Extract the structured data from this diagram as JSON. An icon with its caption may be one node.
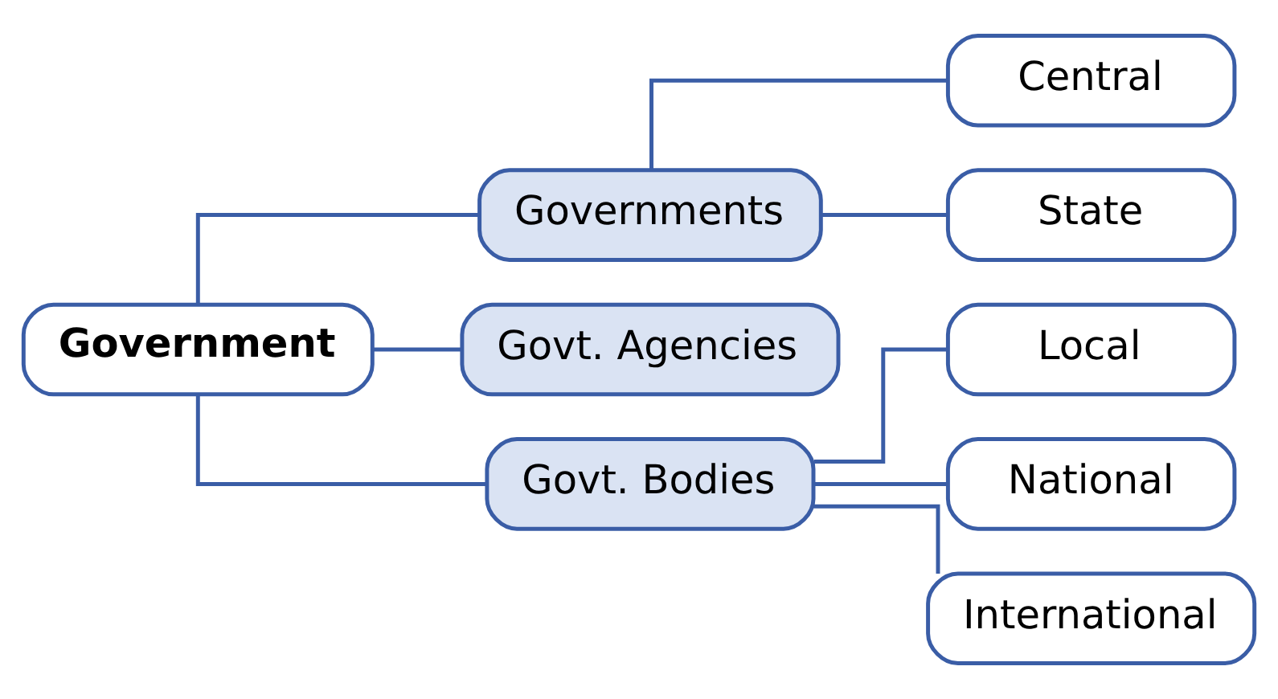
{
  "diagram": {
    "nodes": [
      {
        "text": [
          "Government"
        ]
      },
      {
        "text": [
          "Governments"
        ]
      },
      {
        "text": [
          "Govt. Agencies"
        ]
      },
      {
        "text": [
          "Govt. Bodies"
        ]
      },
      {
        "text": [
          "Central"
        ]
      },
      {
        "text": [
          "State"
        ]
      },
      {
        "text": [
          "Local"
        ]
      },
      {
        "text": [
          "National"
        ]
      },
      {
        "text": [
          "International"
        ]
      }
    ],
    "edges": [
      {
        "from": 0,
        "to": 1,
        "arrow": "none"
      },
      {
        "from": 0,
        "to": 2,
        "arrow": "none"
      },
      {
        "from": 0,
        "to": 3,
        "arrow": "none"
      },
      {
        "from": 1,
        "to": 4,
        "arrow": "none"
      },
      {
        "from": 1,
        "to": 5,
        "arrow": "none"
      },
      {
        "from": 3,
        "to": 6,
        "arrow": "none"
      },
      {
        "from": 3,
        "to": 7,
        "arrow": "none"
      },
      {
        "from": 3,
        "to": 8,
        "arrow": "none"
      }
    ]
  }
}
